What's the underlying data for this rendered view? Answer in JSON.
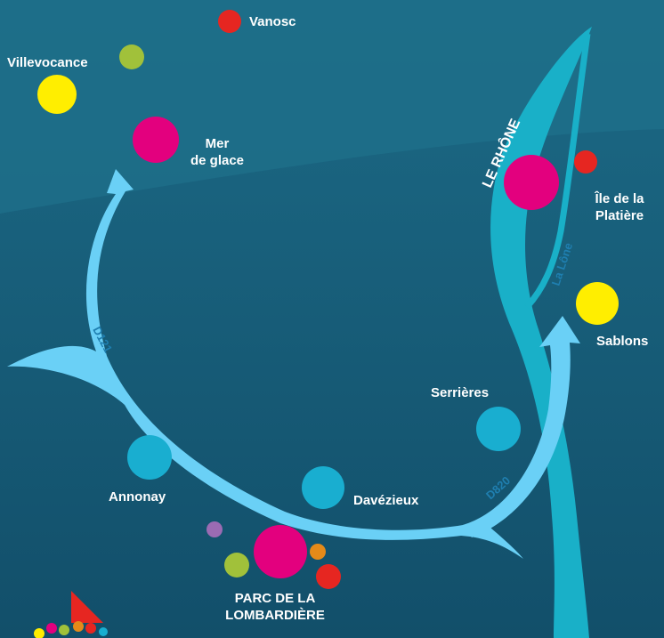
{
  "map": {
    "colors": {
      "background_top": "#1b6783",
      "background_bottom": "#135571",
      "river": "#19b0c8",
      "road": "#6ad0f6",
      "road_label": "#1f7fb0",
      "magenta": "#e3007e",
      "yellow": "#ffee00",
      "green": "#a1c13a",
      "red": "#e62621",
      "cyan": "#19aed0",
      "purple": "#9b6bb3",
      "orange": "#e58a19"
    },
    "river": {
      "name": "LE RHÔNE",
      "branch_name": "La Lône"
    },
    "roads": [
      {
        "id": "d121",
        "label": "D121"
      },
      {
        "id": "d820",
        "label": "D820"
      }
    ],
    "places": {
      "vanosc": "Vanosc",
      "villevocance": "Villevocance",
      "mer_de_glace": [
        "Mer",
        "de glace"
      ],
      "ile_de_la_platiere": [
        "Île de la",
        "Platière"
      ],
      "sablons": "Sablons",
      "serrieres": "Serrières",
      "davezieux": "Davézieux",
      "annonay": "Annonay",
      "parc": [
        "PARC DE LA",
        "LOMBARDIÈRE"
      ]
    },
    "markers": [
      {
        "id": "marker-vanosc",
        "color": "red"
      },
      {
        "id": "marker-villevocance-green",
        "color": "green"
      },
      {
        "id": "marker-villevocance-yellow",
        "color": "yellow"
      },
      {
        "id": "marker-mer-de-glace",
        "color": "magenta"
      },
      {
        "id": "marker-ile-platiere-magenta",
        "color": "magenta"
      },
      {
        "id": "marker-ile-platiere-red",
        "color": "red"
      },
      {
        "id": "marker-sablons",
        "color": "yellow"
      },
      {
        "id": "marker-serrieres",
        "color": "cyan"
      },
      {
        "id": "marker-davezieux",
        "color": "cyan"
      },
      {
        "id": "marker-annonay",
        "color": "cyan"
      },
      {
        "id": "marker-parc-magenta",
        "color": "magenta"
      },
      {
        "id": "marker-parc-purple",
        "color": "purple"
      },
      {
        "id": "marker-parc-orange",
        "color": "orange"
      },
      {
        "id": "marker-parc-green",
        "color": "green"
      },
      {
        "id": "marker-parc-red",
        "color": "red"
      }
    ],
    "logo": {
      "icon": "sailboat-logo-icon"
    }
  }
}
